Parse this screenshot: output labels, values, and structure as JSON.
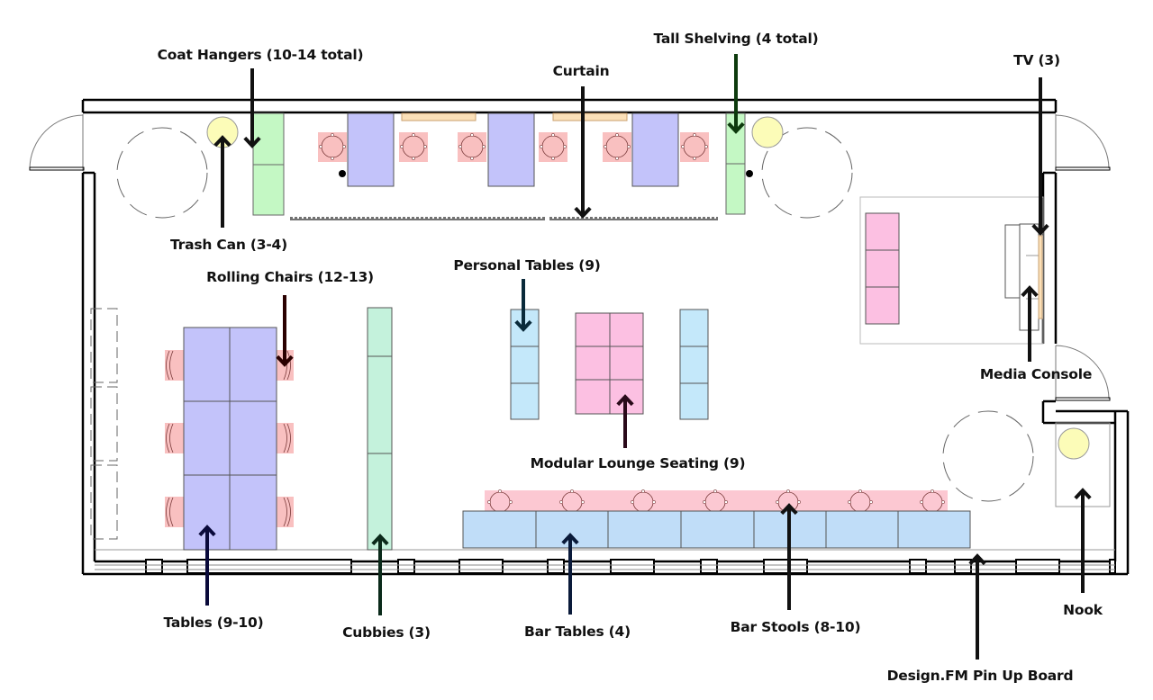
{
  "title": "Furniture floor plan",
  "colors": {
    "wall": "#000000",
    "work_table": "#c3c3fa",
    "work_chair": "#f9c0c0",
    "bar_stool_strip": "#fcc8d2",
    "bar_table": "#c0ddf8",
    "cubby": "#c4f2dc",
    "tall_shelving": "#c4f8c4",
    "trash_can": "#fcfcb8",
    "personal_table": "#c4e8fa",
    "lounge_seating": "#fcc0e2",
    "tv": "#fbe0b8",
    "arrow": "#000000"
  },
  "labels": {
    "coat_hangers": "Coat Hangers (10-14 total)",
    "tall_shelving": "Tall Shelving (4 total)",
    "curtain": "Curtain",
    "tv": "TV (3)",
    "trash_can": "Trash Can (3-4)",
    "rolling_chairs": "Rolling Chairs (12-13)",
    "personal_tables": "Personal Tables (9)",
    "media_console": "Media Console",
    "modular_lounge": "Modular Lounge Seating (9)",
    "tables": "Tables (9-10)",
    "cubbies": "Cubbies (3)",
    "bar_tables": "Bar Tables (4)",
    "bar_stools": "Bar Stools (8-10)",
    "nook": "Nook",
    "pin_up_board": "Design.FM Pin Up Board"
  }
}
